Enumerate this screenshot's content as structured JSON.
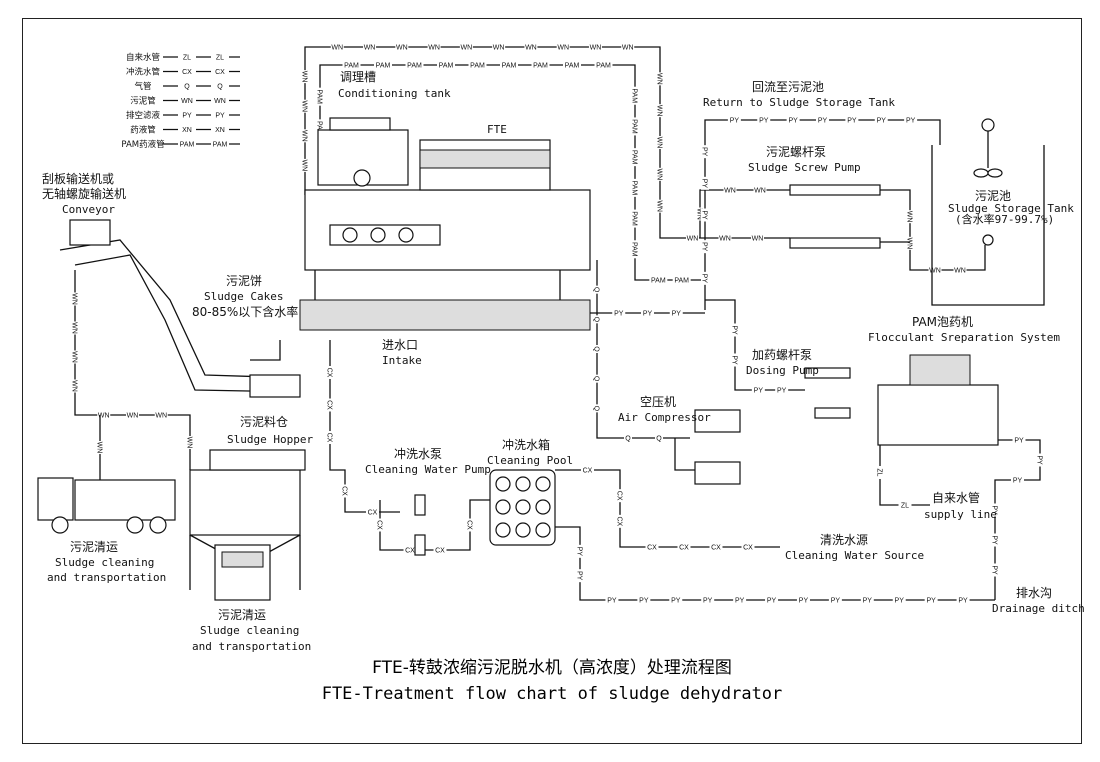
{
  "legend": [
    {
      "name": "自来水管",
      "code": "ZL"
    },
    {
      "name": "冲洗水管",
      "code": "CX"
    },
    {
      "name": "气管",
      "code": "Q"
    },
    {
      "name": "污泥管",
      "code": "WN"
    },
    {
      "name": "排空滤液",
      "code": "PY"
    },
    {
      "name": "药液管",
      "code": "XN"
    },
    {
      "name": "PAM药液管",
      "code": "PAM"
    }
  ],
  "labels": {
    "conditioning_cn": "调理槽",
    "conditioning_en": "Conditioning tank",
    "fte": "FTE",
    "return_cn": "回流至污泥池",
    "return_en": "Return to Sludge Storage Tank",
    "screw_cn": "污泥螺杆泵",
    "screw_en": "Sludge Screw Pump",
    "tank_cn": "污泥池",
    "tank_en": "Sludge Storage Tank",
    "tank_note": "(含水率97-99.7%)",
    "conveyor_cn1": "刮板输送机或",
    "conveyor_cn2": "无轴螺旋输送机",
    "conveyor_en": "Conveyor",
    "cakes_cn": "污泥饼",
    "cakes_en": "Sludge Cakes",
    "cakes_note": "80-85%以下含水率",
    "intake_cn": "进水口",
    "intake_en": "Intake",
    "pam_cn": "PAM泡药机",
    "pam_en": "Flocculant Sreparation System",
    "dosing_cn": "加药螺杆泵",
    "dosing_en": "Dosing Pump",
    "air_cn": "空压机",
    "air_en": "Air Compressor",
    "hopper_cn": "污泥料仓",
    "hopper_en": "Sludge Hopper",
    "wash_pump_cn": "冲洗水泵",
    "wash_pump_en": "Cleaning Water Pump",
    "pool_cn": "冲洗水箱",
    "pool_en": "Cleaning Pool",
    "truck1_cn": "污泥清运",
    "truck1_en1": "Sludge cleaning",
    "truck1_en2": "and transportation",
    "truck2_cn": "污泥清运",
    "truck2_en1": "Sludge cleaning",
    "truck2_en2": "and transportation",
    "supply_cn": "自来水管",
    "supply_en": "supply line",
    "source_cn": "清洗水源",
    "source_en": "Cleaning Water Source",
    "drain_cn": "排水沟",
    "drain_en": "Drainage ditch"
  },
  "title": {
    "cn": "FTE-转鼓浓缩污泥脱水机（高浓度）处理流程图",
    "en": "FTE-Treatment flow chart of sludge dehydrator"
  }
}
